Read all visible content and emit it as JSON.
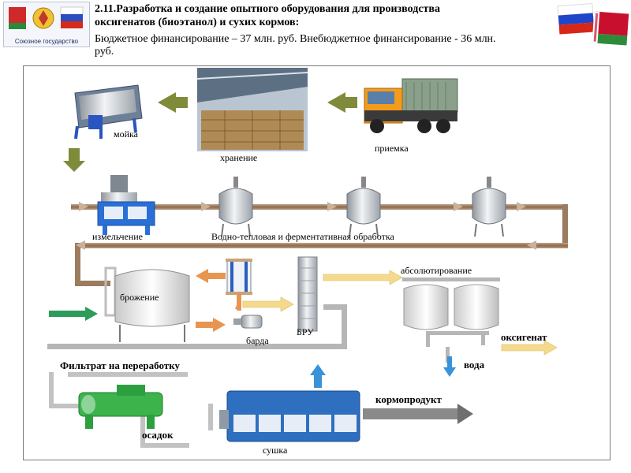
{
  "header": {
    "title_line1": "2.11.Разработка и создание опытного оборудования для производства",
    "title_line2": "оксигенатов (биоэтанол) и сухих кормов:",
    "budget_line1": "Бюджетное финансирование – 37 млн. руб. Внебюджетное финансирование - 36 млн.",
    "budget_line2": "руб.",
    "logo_caption": "Союзное государство"
  },
  "labels": {
    "washing": "мойка",
    "storage": "хранение",
    "reception": "приемка",
    "grinding": "измельчение",
    "treatment": "Водно-тепловая и ферментативная обработка",
    "fermentation": "брожение",
    "dehydration": "абсолютирование",
    "bru": "БРУ",
    "stillage": "барда",
    "oxygenate": "оксигенат",
    "water": "вода",
    "filtrate": "Фильтрат на переработку",
    "sediment": "осадок",
    "feed_product": "кормопродукт",
    "drying": "сушка"
  },
  "colors": {
    "pipe_brown": "#9c7b5e",
    "pipe_gray": "#b6b6b6",
    "arrow_olive": "#7f8a3a",
    "arrow_orange": "#e89552",
    "arrow_yellow": "#f5d98c",
    "arrow_blue": "#3a93d9",
    "arrow_green": "#2d9b5a",
    "dryer_blue": "#2f6fc0"
  }
}
